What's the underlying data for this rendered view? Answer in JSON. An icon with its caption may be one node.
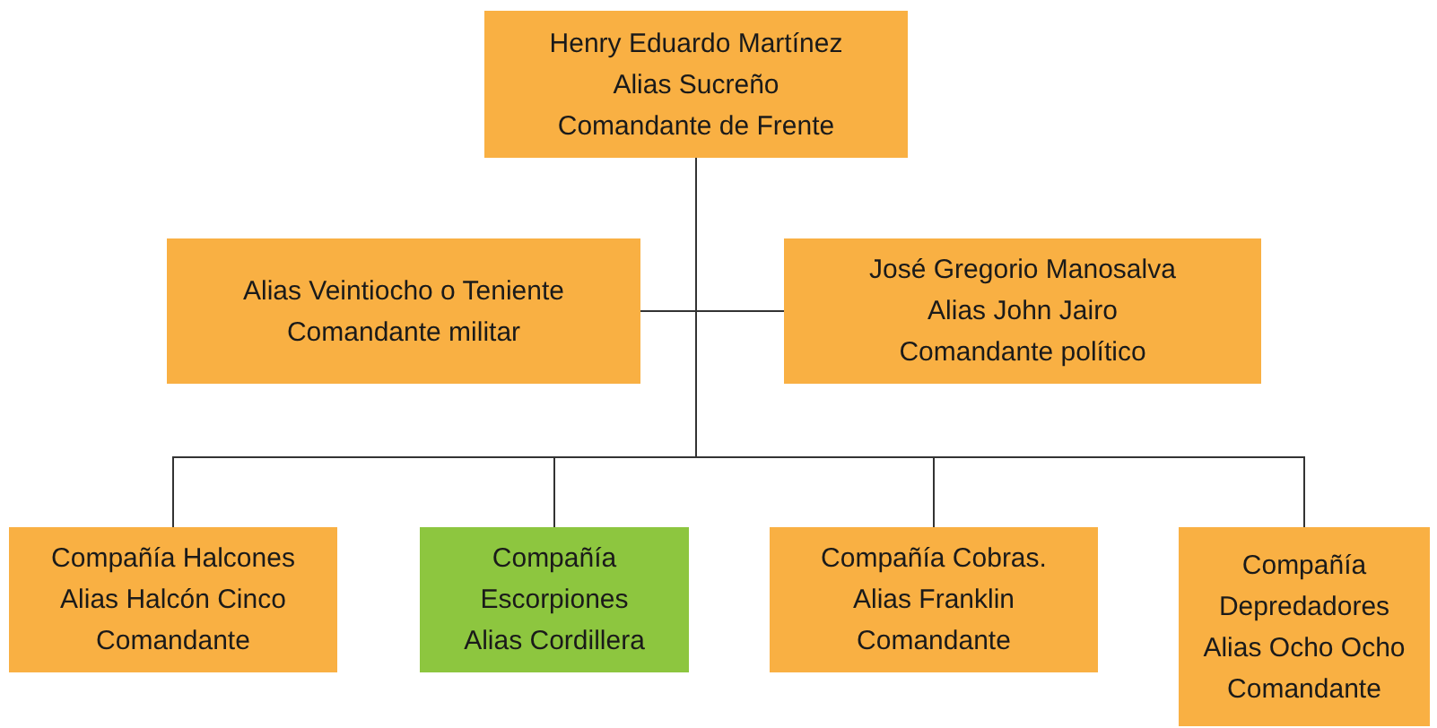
{
  "diagram": {
    "nodes": [
      {
        "text": [
          "Henry Eduardo Martínez",
          "Alias Sucreño",
          "Comandante de Frente"
        ]
      },
      {
        "text": [
          "Alias Veintiocho o Teniente",
          "Comandante militar"
        ]
      },
      {
        "text": [
          "José Gregorio Manosalva",
          "Alias John Jairo",
          "Comandante político"
        ]
      },
      {
        "text": [
          "Compañía Halcones",
          "Alias Halcón Cinco",
          "Comandante"
        ]
      },
      {
        "text": [
          "Compañía Escorpiones",
          "Alias Cordillera"
        ]
      },
      {
        "text": [
          "Compañía Cobras.",
          "Alias Franklin",
          "Comandante"
        ]
      },
      {
        "text": [
          "Compañía Depredadores",
          "Alias Ocho Ocho",
          "Comandante"
        ]
      }
    ],
    "edges": [
      {
        "from": 0,
        "to": 1,
        "arrow": "none"
      },
      {
        "from": 0,
        "to": 2,
        "arrow": "none"
      },
      {
        "from": 0,
        "to": 3,
        "arrow": "none"
      },
      {
        "from": 0,
        "to": 4,
        "arrow": "none"
      },
      {
        "from": 0,
        "to": 5,
        "arrow": "none"
      },
      {
        "from": 0,
        "to": 6,
        "arrow": "none"
      }
    ]
  }
}
